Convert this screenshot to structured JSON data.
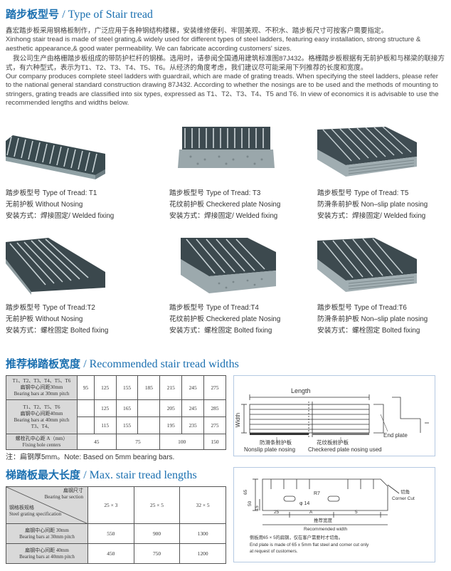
{
  "header": {
    "title_cn": "踏步板型号",
    "title_en": "/ Type of Stair tread"
  },
  "intro": {
    "cn1": "鑫宏踏步板采用钢格板制作，广泛应用于各种钢结构楼梯，安装维修便利、牢固美观、不积水、踏步板尺寸可按客户需要指定。",
    "en1": "Xinhong stair tread is made of steel grating,& widely used for different types of steel ladders, featuring easy installation, strong structure & aesthetic appearance,& good water permeability. We can fabricate according customers' sizes.",
    "cn2": "我公司生产由格栅踏步板组成的带防护栏杆的钢梯。选用时，请参阅全国通用建筑标准图87J432。格栅踏步板根据有无前护板和与梯梁的联接方式，有六种型式，表示为T1、T2、T3、T4、T5、T6。从经济的角度考虑，我们建议尽可能采用下列推荐的长度和宽度。",
    "en2": "Our company produces complete steel ladders with guardrail, which are made of grating treads. When specifying the steel ladders, please refer to the national general standard construction drawing 87J432. According to whether the nosings are to be used and the methods of mounting to stringers, grating treads are classified into six types, expressed as T1、T2、T3、T4、T5 and T6. In view of economics it is advisable to use the recommended lengths and widths below."
  },
  "treads": [
    {
      "l1": "踏步板型号  Type of  Tread: T1",
      "l2": "无前护板  Without Nosing",
      "l3": "安装方式：焊接固定/ Welded fixing"
    },
    {
      "l1": "踏步板型号  Type of  Tread: T3",
      "l2": "花纹前护板 Checkered plate Nosing",
      "l3": "安装方式：焊接固定/ Welded fixing"
    },
    {
      "l1": "踏步板型号  Type of  Tread: T5",
      "l2": "防滑条前护板 Non–slip plate nosing",
      "l3": "安装方式：焊接固定/ Welded fixing"
    },
    {
      "l1": "踏步板型号  Type of  Tread:T2",
      "l2": "无前护板  Without Nosing",
      "l3": "安装方式：螺栓固定 Bolted fixing"
    },
    {
      "l1": "踏步板型号  Type of  Tread:T4",
      "l2": "花纹前护板 Checkered plate Nosing",
      "l3": "安装方式：螺栓固定 Bolted fixing"
    },
    {
      "l1": "踏步板型号  Type of  Tread:T6",
      "l2": "防滑条前护板 Non–slip plate nosing",
      "l3": "安装方式：螺栓固定 Bolted fixing"
    }
  ],
  "widths": {
    "title_cn": "推荐梯踏板宽度",
    "title_en": "/ Recommended stair tread widths",
    "r1_label1": "T1、T2、T3、T4、T5、T6",
    "r1_label2": "扁钢中心间距30mm",
    "r1_label3": "Bearing bars at 30mm pitch",
    "r1": [
      "95",
      "125",
      "155",
      "185",
      "215",
      "245",
      "275"
    ],
    "r2_label1": "T1、T2、T5、T6",
    "r2_label2": "扁钢中心间距40mm",
    "r2_label3": "Bearing bars at 40mm pitch",
    "r2a": [
      "125",
      "165",
      "205",
      "245",
      "285"
    ],
    "r2_label4": "T3、T4、",
    "r2b": [
      "115",
      "155",
      "195",
      "235",
      "275"
    ],
    "r3_label1": "螺栓孔中心距 A（mm）",
    "r3_label2": "Fixing hole centers",
    "r3": [
      "45",
      "75",
      "100",
      "150"
    ],
    "note": "注：扁钢厚5mm。Note: Based on 5mm bearing bars."
  },
  "lengths": {
    "title_cn": "梯踏板最大长度",
    "title_en": "/ Max. stair tread lengths",
    "h_cn1": "扁钢尺寸",
    "h_en1": "Bearing bar section",
    "h_cn2": "钢格板规格",
    "h_en2": "Steel grating specification",
    "cols": [
      "25 × 3",
      "25 × 5",
      "32 × 5"
    ],
    "r1_cn": "扁钢中心间距 30mm",
    "r1_en": "Bearing bars at 30mm pitch",
    "r1": [
      "550",
      "900",
      "1300"
    ],
    "r2_cn": "扁钢中心间距 40mm",
    "r2_en": "Bearing bars at 40mm pitch",
    "r2": [
      "450",
      "750",
      "1200"
    ]
  },
  "diagram1": {
    "length": "Length",
    "width": "Width",
    "end_plate": "End plate",
    "nonslip_cn": "防滑条前护板",
    "nonslip_en": "Nonslip plate nosing",
    "checker_cn": "花纹板前护板",
    "checker_en": "Checkered plate nosing used"
  },
  "diagram2": {
    "d65": "65",
    "d50": "50",
    "d15": "15",
    "r7": "R7",
    "phi14": "φ 14",
    "d25": "25",
    "dA": "A",
    "d5": "5",
    "corner_cn": "切角",
    "corner_en": "Corner Cut",
    "rec_cn": "推荐宽度",
    "rec_en": "Recommended width",
    "note_cn": "侧板用65 × 5的扁钢，仅在客户需要时才切角。",
    "note_en1": "End plate is made of 65 x 5mm flat steel and corner cut only",
    "note_en2": "at request of customers."
  }
}
